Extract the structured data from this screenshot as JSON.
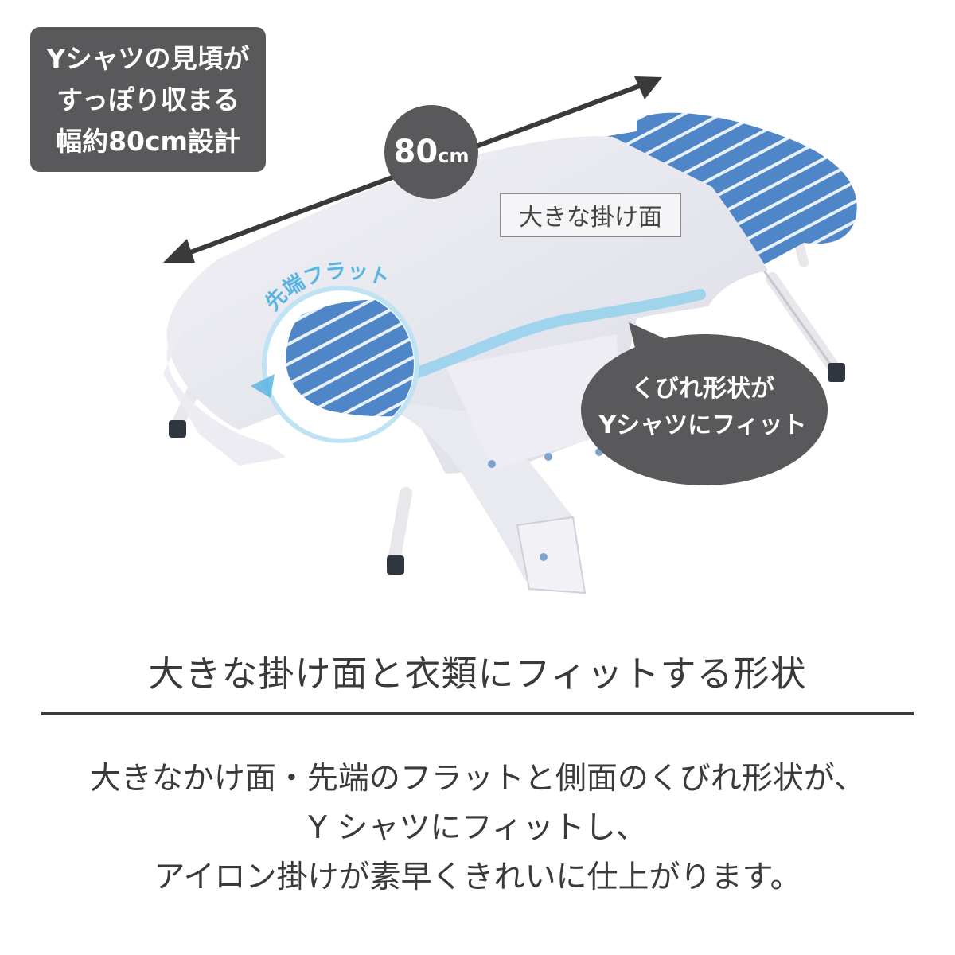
{
  "callout_badge": {
    "lines": [
      "Yシャツの見頃が",
      "すっぽり収まる",
      "幅約80cm設計"
    ]
  },
  "dimension": {
    "number": "80",
    "unit": "cm"
  },
  "surface_label": "大きな掛け面",
  "flat_tip_label": "先端フラット",
  "fit_bubble": {
    "lines": [
      "くびれ形状が",
      "Yシャツにフィット"
    ]
  },
  "headline": "大きな掛け面と衣類にフィットする形状",
  "description": {
    "lines": [
      "大きなかけ面・先端のフラットと側面のくびれ形状が、",
      "Y シャツにフィットし、",
      "アイロン掛けが素早くきれいに仕上がります。"
    ]
  },
  "colors": {
    "badge": "#59595b",
    "board_blue": "#4f86c8",
    "stripe": "#e8f0fa",
    "accent_cyan": "#5ab4e0",
    "text": "#3a3a3a"
  }
}
